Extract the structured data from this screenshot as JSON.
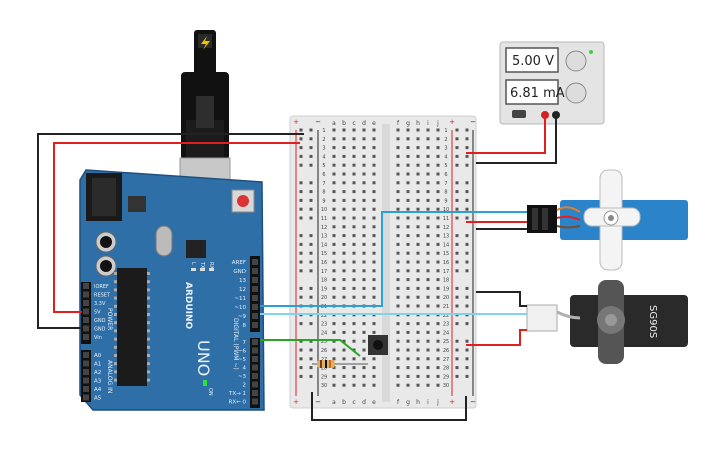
{
  "arduino": {
    "brand": "ARDUINO",
    "model": "UNO",
    "header_digital_top": [
      "AREF",
      "GND",
      "13",
      "12",
      "~11",
      "~10",
      "~9",
      "8"
    ],
    "header_digital_bottom": [
      "7",
      "~6",
      "~5",
      "4",
      "~3",
      "2",
      "TX→ 1",
      "RX← 0"
    ],
    "header_power": [
      "IOREF",
      "RESET",
      "3.3V",
      "5V",
      "GND",
      "GND",
      "Vin"
    ],
    "header_analog": [
      "A0",
      "A1",
      "A2",
      "A3",
      "A4",
      "A5"
    ],
    "label_power": "POWER",
    "label_analog": "ANALOG IN",
    "label_digital": "DIGITAL (PWM ~)",
    "led_labels": [
      "L",
      "TX",
      "RX"
    ],
    "on_label": "ON",
    "usb_icon": "lightning-icon"
  },
  "breadboard": {
    "columns_left": [
      "a",
      "b",
      "c",
      "d",
      "e"
    ],
    "columns_right": [
      "f",
      "g",
      "h",
      "i",
      "j"
    ],
    "row_labels": [
      "1",
      "2",
      "3",
      "4",
      "5",
      "6",
      "7",
      "8",
      "9",
      "10",
      "11",
      "12",
      "13",
      "14",
      "15",
      "16",
      "17",
      "18",
      "19",
      "20",
      "21",
      "22",
      "23",
      "24",
      "25",
      "26",
      "27",
      "28",
      "29",
      "30"
    ],
    "rail_plus": "+",
    "rail_minus": "−"
  },
  "power_supply": {
    "voltage": "5.00 V",
    "current": "6.81 mA"
  },
  "servo_large": {
    "label": "SG90S"
  },
  "colors": {
    "board": "#2f6fa8",
    "wire_red": "#e02020",
    "wire_black": "#222222",
    "wire_blue": "#2aa0d8",
    "wire_green": "#26a626",
    "servo_blue": "#2b84c9",
    "breadboard": "#e9e9e9"
  }
}
